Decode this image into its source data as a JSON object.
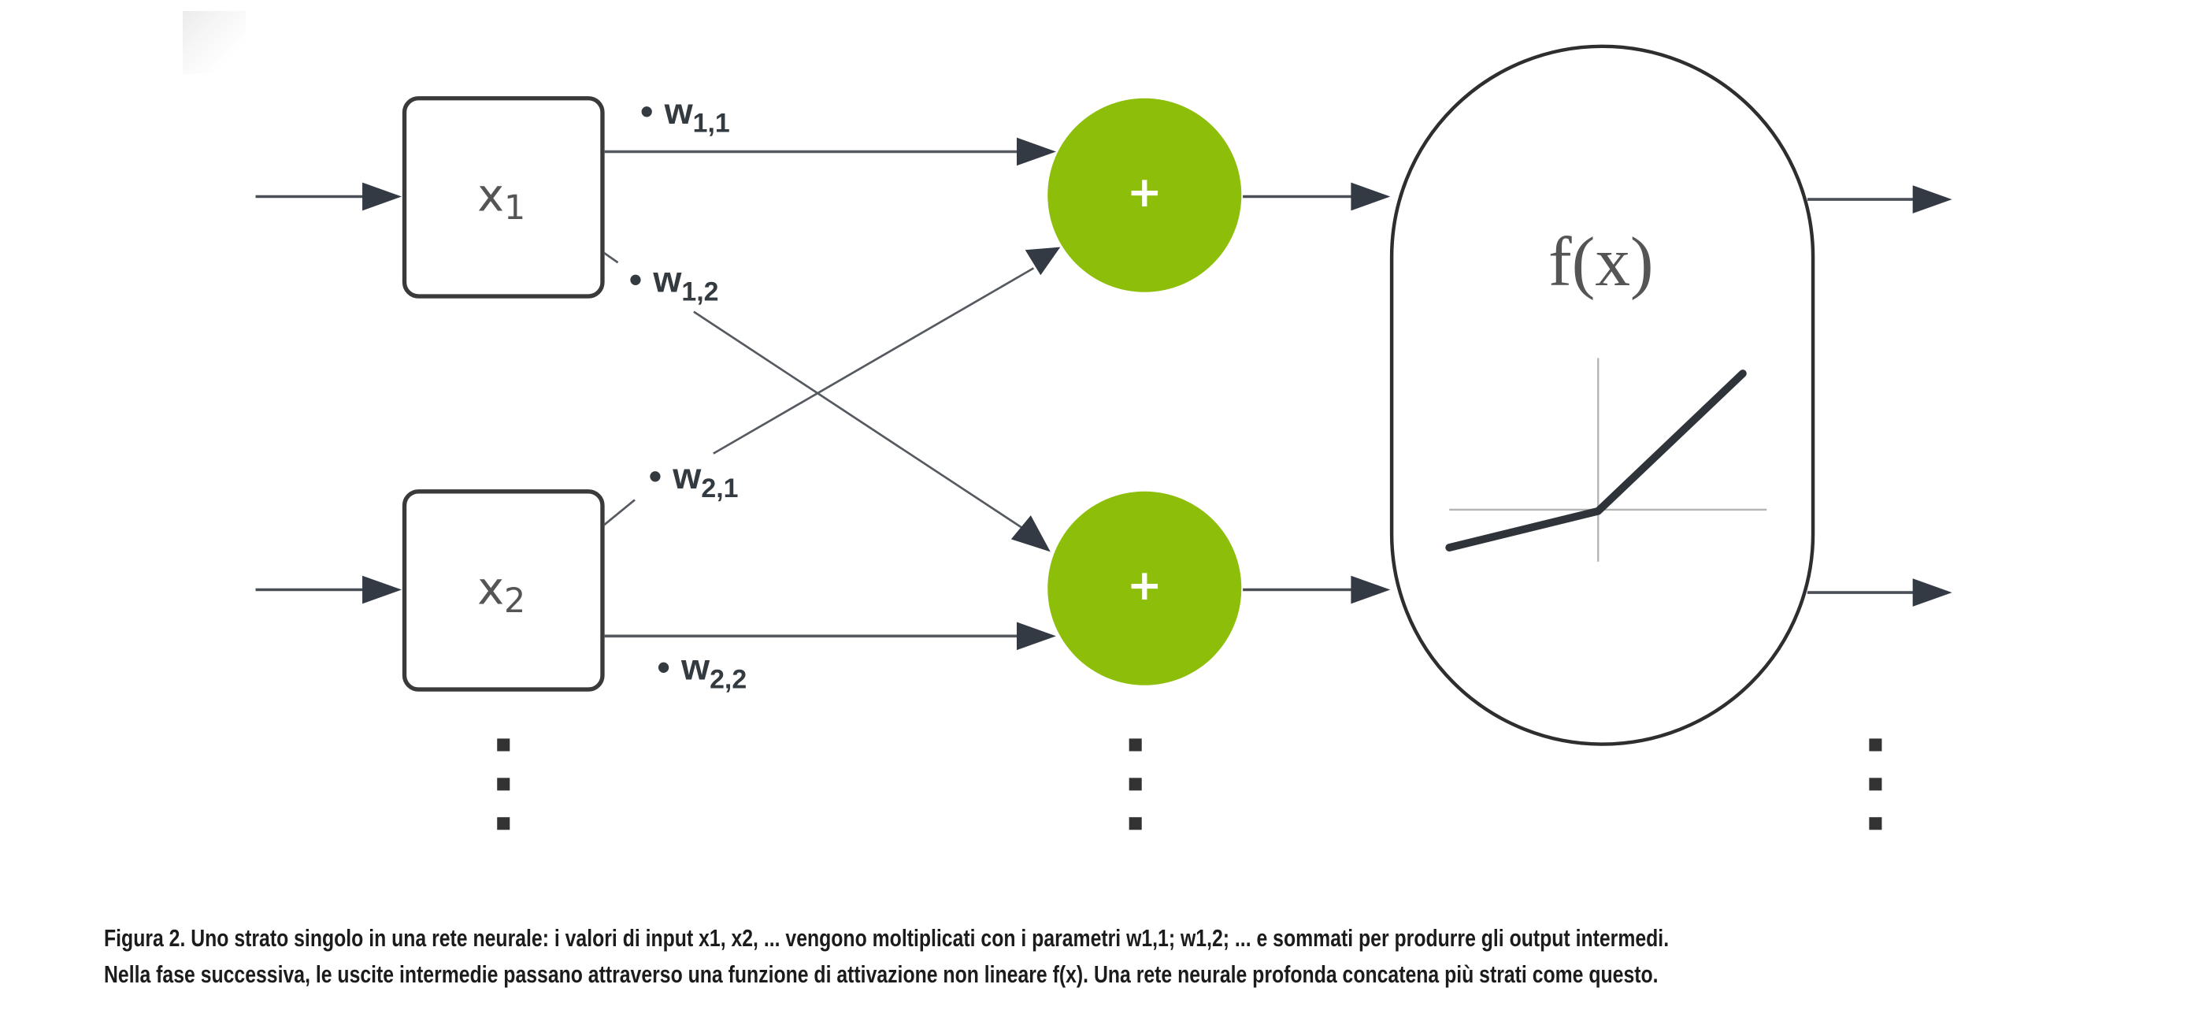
{
  "figure": {
    "inputs": [
      {
        "name": "x",
        "sub": "1"
      },
      {
        "name": "x",
        "sub": "2"
      }
    ],
    "weights": [
      {
        "name": "w",
        "sub": "1,1"
      },
      {
        "name": "w",
        "sub": "1,2"
      },
      {
        "name": "w",
        "sub": "2,1"
      },
      {
        "name": "w",
        "sub": "2,2"
      }
    ],
    "sum_nodes": [
      {
        "symbol": "+"
      },
      {
        "symbol": "+"
      }
    ],
    "activation": {
      "label": "f(x)"
    },
    "ellipsis": "⋮",
    "bullet": "•",
    "colors": {
      "sum_node": "#8cbe0a",
      "stroke": "#333a44",
      "axis": "#b4b4b4"
    }
  },
  "caption": {
    "line1": "Figura 2. Uno strato singolo in una rete neurale: i valori di input x1, x2, ... vengono moltiplicati con i parametri w1,1; w1,2; ... e sommati per produrre gli output intermedi.",
    "line2": "Nella fase successiva, le uscite intermedie passano attraverso una funzione di attivazione non lineare f(x). Una rete neurale profonda concatena più strati come questo."
  }
}
